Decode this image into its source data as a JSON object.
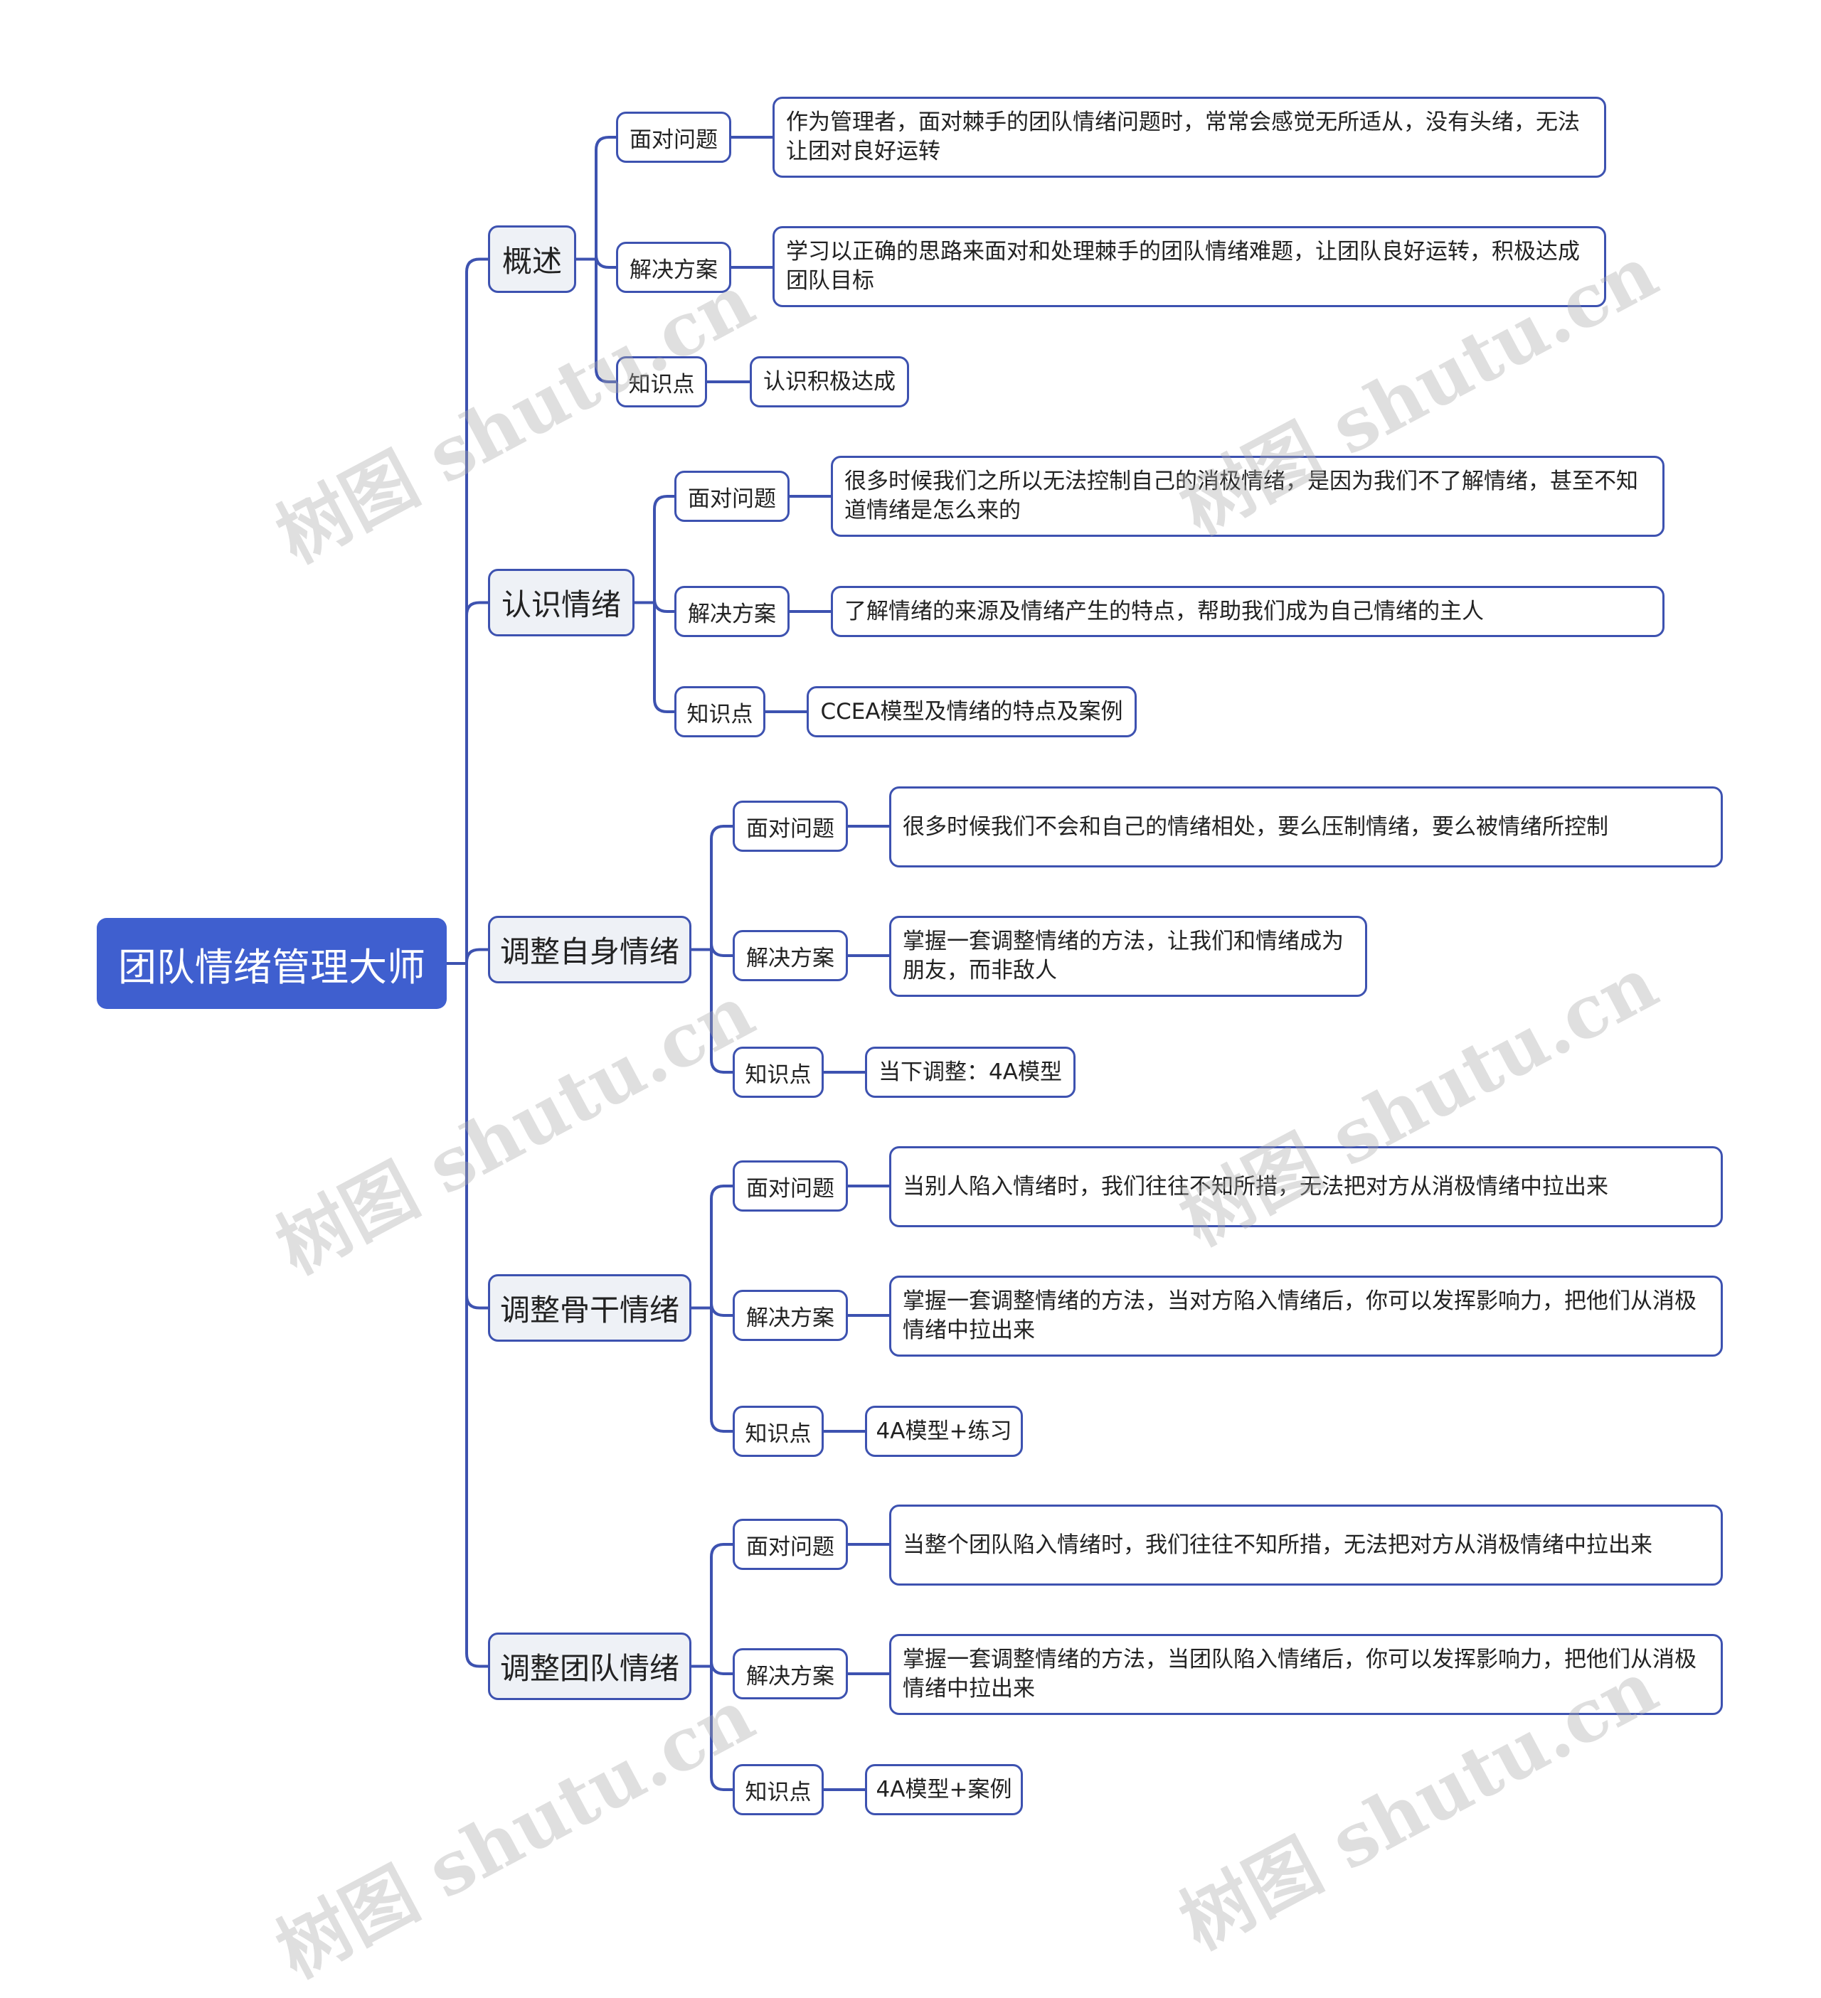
{
  "root": "团队情绪管理大师",
  "branches": [
    {
      "label": "概述",
      "children": [
        {
          "label": "面对问题",
          "detail": "作为管理者，面对棘手的团队情绪问题时，常常会感觉无所适从，没有头绪，无法让团对良好运转"
        },
        {
          "label": "解决方案",
          "detail": "学习以正确的思路来面对和处理棘手的团队情绪难题，让团队良好运转，积极达成团队目标"
        },
        {
          "label": "知识点",
          "detail": "认识积极达成"
        }
      ]
    },
    {
      "label": "认识情绪",
      "children": [
        {
          "label": "面对问题",
          "detail": "很多时候我们之所以无法控制自己的消极情绪，是因为我们不了解情绪，甚至不知道情绪是怎么来的"
        },
        {
          "label": "解决方案",
          "detail": "了解情绪的来源及情绪产生的特点，帮助我们成为自己情绪的主人"
        },
        {
          "label": "知识点",
          "detail": "CCEA模型及情绪的特点及案例"
        }
      ]
    },
    {
      "label": "调整自身情绪",
      "children": [
        {
          "label": "面对问题",
          "detail": "很多时候我们不会和自己的情绪相处，要么压制情绪，要么被情绪所控制"
        },
        {
          "label": "解决方案",
          "detail": "掌握一套调整情绪的方法，让我们和情绪成为朋友，而非敌人"
        },
        {
          "label": "知识点",
          "detail": "当下调整：4A模型"
        }
      ]
    },
    {
      "label": "调整骨干情绪",
      "children": [
        {
          "label": "面对问题",
          "detail": "当别人陷入情绪时，我们往往不知所措，无法把对方从消极情绪中拉出来"
        },
        {
          "label": "解决方案",
          "detail": "掌握一套调整情绪的方法，当对方陷入情绪后，你可以发挥影响力，把他们从消极情绪中拉出来"
        },
        {
          "label": "知识点",
          "detail": "4A模型+练习"
        }
      ]
    },
    {
      "label": "调整团队情绪",
      "children": [
        {
          "label": "面对问题",
          "detail": "当整个团队陷入情绪时，我们往往不知所措，无法把对方从消极情绪中拉出来"
        },
        {
          "label": "解决方案",
          "detail": "掌握一套调整情绪的方法，当团队陷入情绪后，你可以发挥影响力，把他们从消极情绪中拉出来"
        },
        {
          "label": "知识点",
          "detail": "4A模型+案例"
        }
      ]
    }
  ],
  "watermark": "树图 shutu.cn",
  "colors": {
    "line": "#3d52b0",
    "root_fill": "#3f5fcf",
    "branch_fill": "#eef1f6"
  }
}
